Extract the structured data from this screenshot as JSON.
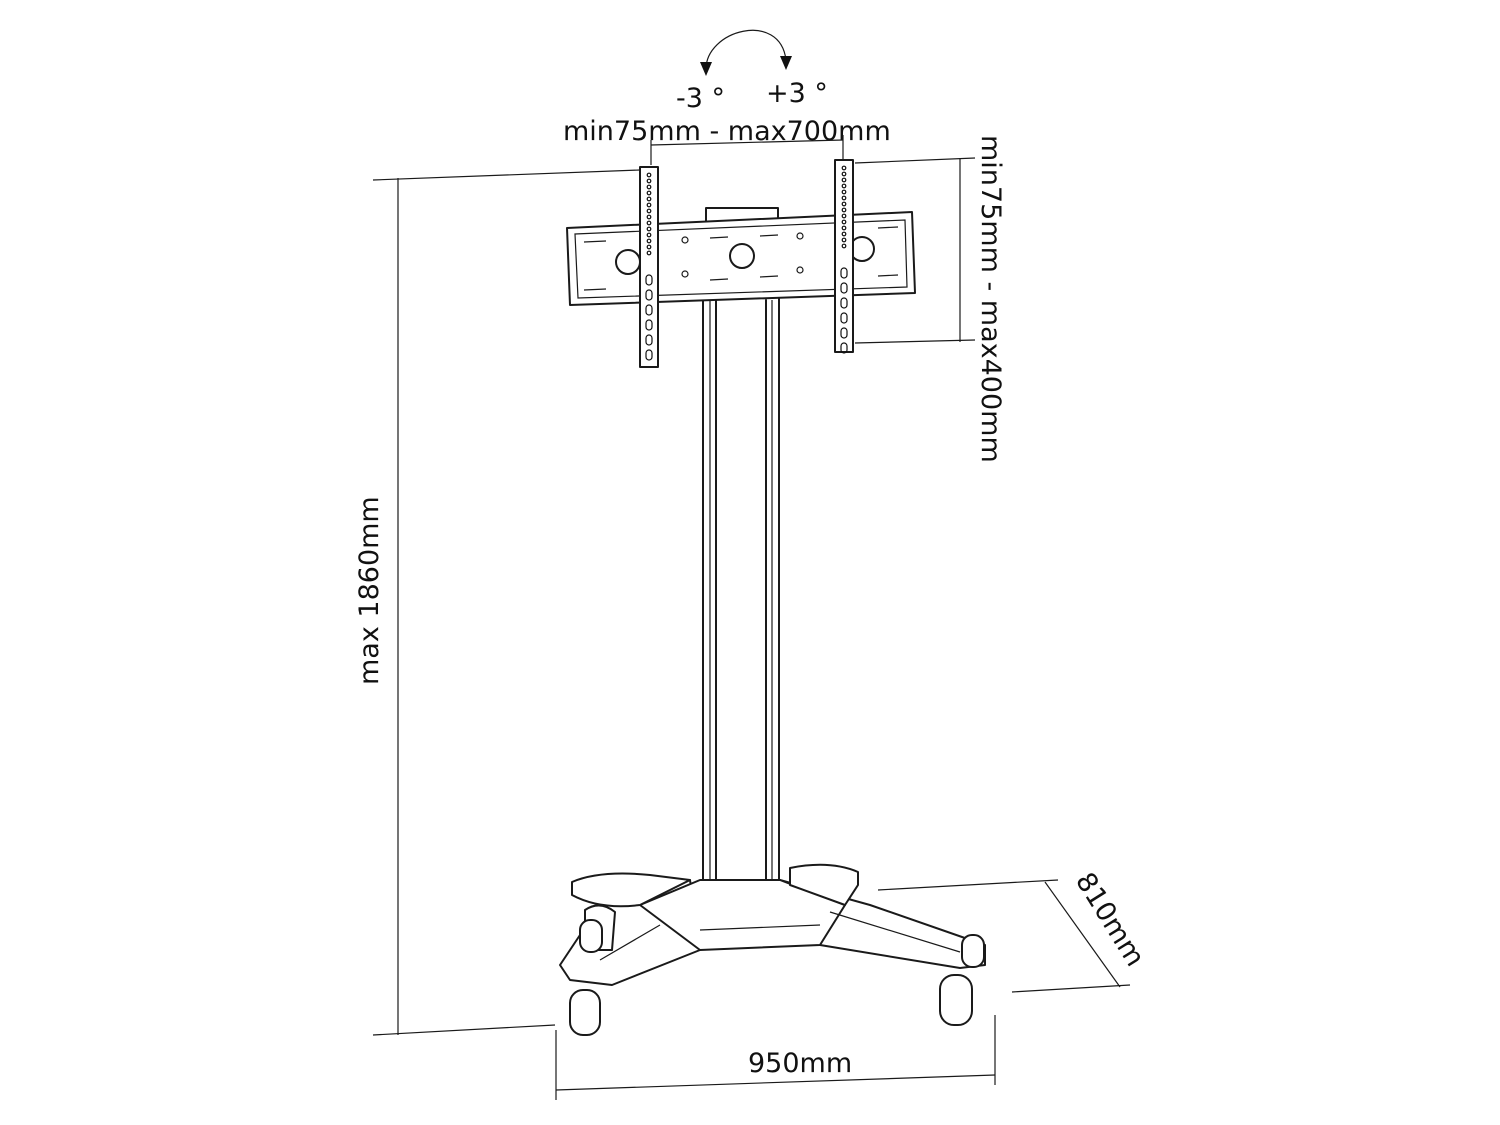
{
  "diagram": {
    "tilt": {
      "minus": "-3 °",
      "plus": "+3 °"
    },
    "vesa_width": "min75mm - max700mm",
    "vesa_height": "min75mm - max400mm",
    "max_height": "max 1860mm",
    "base_depth": "810mm",
    "base_width": "950mm"
  }
}
